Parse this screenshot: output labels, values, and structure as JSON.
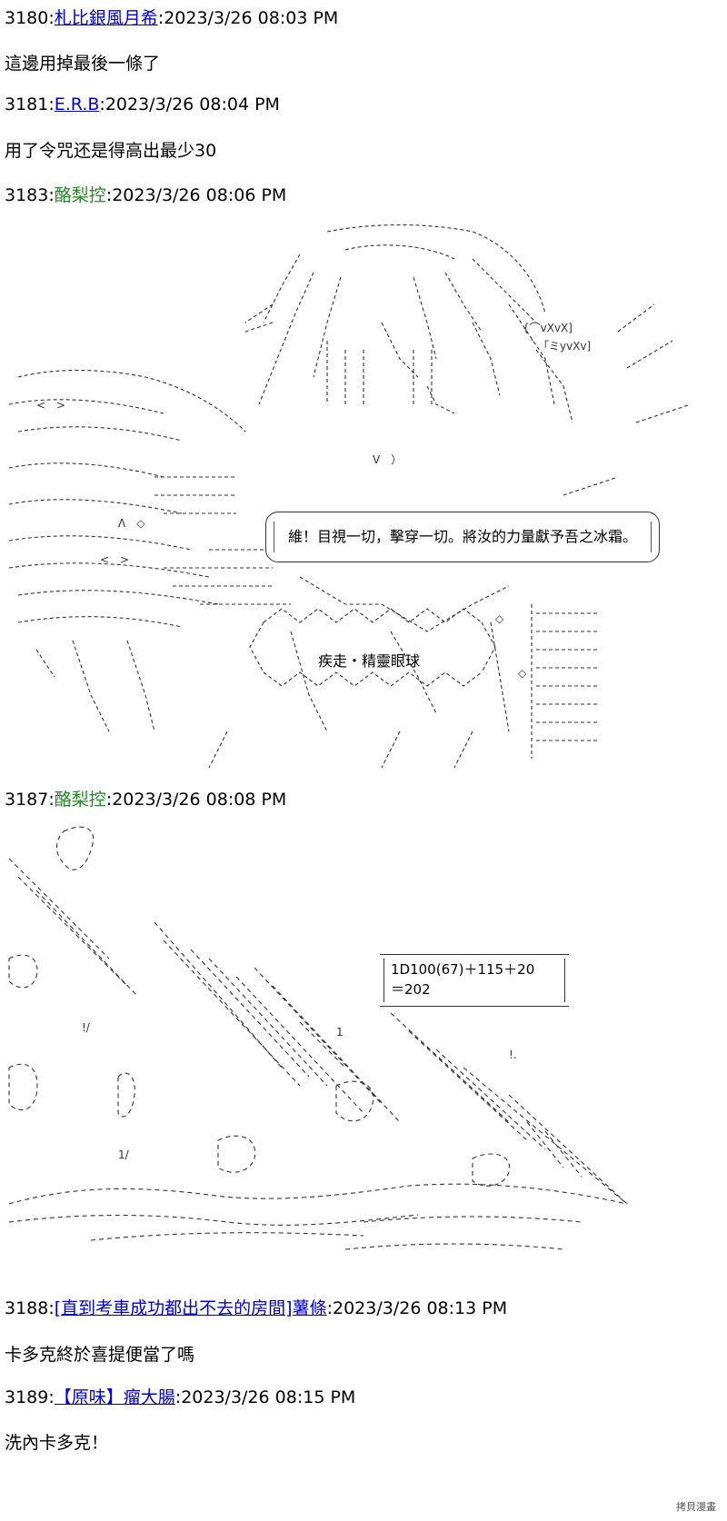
{
  "posts": [
    {
      "number": "3180",
      "author": "札比銀風月希",
      "timestamp": "2023/3/26 08:03 PM",
      "body": "這邊用掉最後一條了"
    },
    {
      "number": "3181",
      "author": "E.R.B",
      "timestamp": "2023/3/26 08:04 PM",
      "body": "用了令咒还是得高出最少30"
    },
    {
      "number": "3183",
      "author": "酪梨控",
      "timestamp": "2023/3/26 08:06 PM",
      "speech": "維！目視一切，擊穿一切。將汝的力量獻予吾之冰霜。",
      "spike_label": "疾走・精靈眼球"
    },
    {
      "number": "3187",
      "author": "酪梨控",
      "timestamp": "2023/3/26 08:08 PM",
      "dice_line1": "1D100(67)＋115＋20",
      "dice_line2": "＝202"
    },
    {
      "number": "3188",
      "author": "[直到考車成功都出不去的房間]薯條",
      "timestamp": "2023/3/26 08:13 PM",
      "body": "卡多克終於喜提便當了嗎"
    },
    {
      "number": "3189",
      "author": "【原味】瘤大腸",
      "timestamp": "2023/3/26 08:15 PM",
      "body": "洗內卡多克！"
    }
  ],
  "separator": ":",
  "watermark": "拷貝漫畫",
  "colors": {
    "link": "#0000cc",
    "green_author": "#228b22",
    "text": "#000000"
  }
}
